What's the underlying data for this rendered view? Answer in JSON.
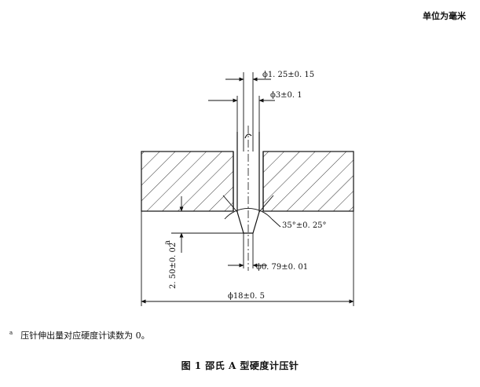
{
  "unit_label": "单位为毫米",
  "dimensions": {
    "inner_diameter": "ϕ1. 25±0. 15",
    "outer_diameter": "ϕ3±0. 1",
    "cone_angle": "35°±0. 25°",
    "tip_diameter": "ϕ0. 79±0. 01",
    "extension": "2. 50±0. 02",
    "extension_mark": "a",
    "block_width": "ϕ18±0. 5"
  },
  "footnote": {
    "marker": "a",
    "text": "压针伸出量对应硬度计读数为 0。"
  },
  "caption": "图 1   邵氏 A 型硬度计压针"
}
